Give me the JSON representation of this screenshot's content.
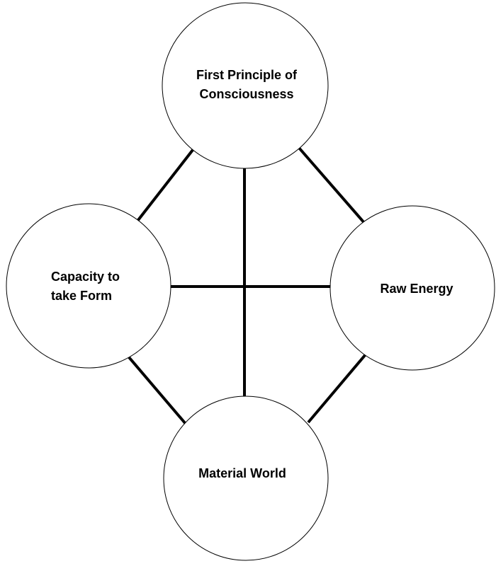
{
  "nodes": {
    "consciousness": {
      "line1": "First Principle of",
      "line2": "Consciousness"
    },
    "form": {
      "line1": "Capacity to",
      "line2": "take Form"
    },
    "energy": {
      "label": "Raw Energy"
    },
    "material": {
      "label": "Material World"
    }
  },
  "colors": {
    "background": "#ffffff",
    "stroke": "#000000"
  }
}
